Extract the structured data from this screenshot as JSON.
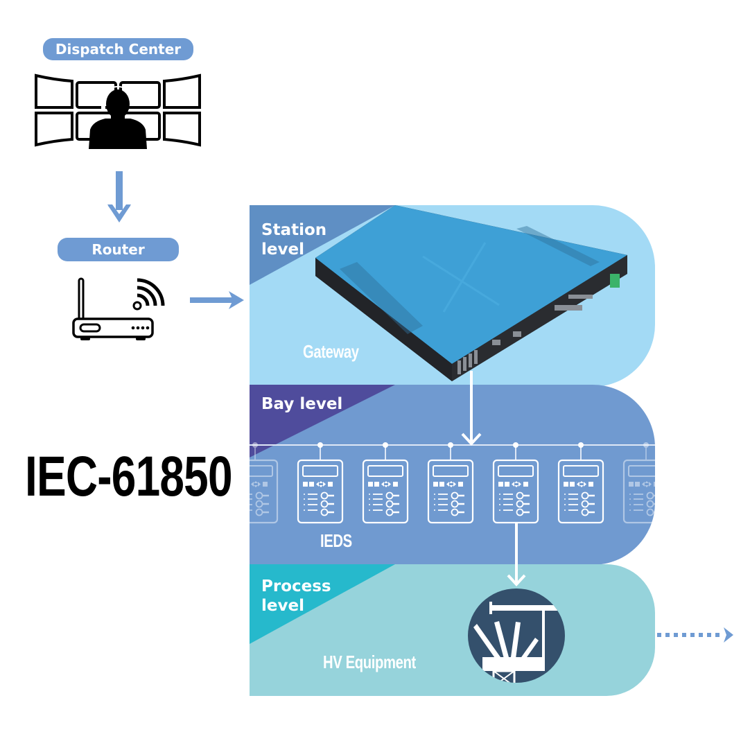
{
  "title": "IEC-61850",
  "dispatch": {
    "label": "Dispatch Center",
    "icon": "operator-monitors-icon"
  },
  "router": {
    "label": "Router",
    "icon": "wifi-router-icon"
  },
  "levels": {
    "station": {
      "label": "Station\nlevel",
      "device_label": "Gateway",
      "device_icon": "industrial-gateway-icon"
    },
    "bay": {
      "label": "Bay level",
      "device_label": "IEDS",
      "device_icon": "ied-relay-icon",
      "ied_count_visible": 7
    },
    "process": {
      "label": "Process\nlevel",
      "device_label": "HV Equipment",
      "device_icon": "hv-transformer-icon"
    }
  },
  "colors": {
    "pill": "#6f9bd3",
    "arrow": "#6f9bd3",
    "station_bg": "#a3daf5",
    "station_corner": "#5f8fc4",
    "bay_bg": "#709ad0",
    "bay_corner": "#4f4c9c",
    "process_bg": "#96d3db",
    "process_corner": "#26b9cc",
    "hv_circle": "#34506c",
    "gateway_top": "#3ea0d6"
  }
}
